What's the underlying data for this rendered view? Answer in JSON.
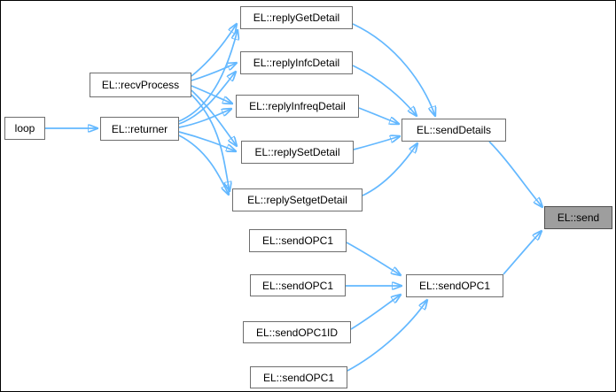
{
  "graph": {
    "type": "call-graph",
    "nodes": [
      {
        "id": "loop",
        "label": "loop"
      },
      {
        "id": "recvProcess",
        "label": "EL::recvProcess"
      },
      {
        "id": "returner",
        "label": "EL::returner"
      },
      {
        "id": "replyGetDetail",
        "label": "EL::replyGetDetail"
      },
      {
        "id": "replyInfcDetail",
        "label": "EL::replyInfcDetail"
      },
      {
        "id": "replyInfreqDetail",
        "label": "EL::replyInfreqDetail"
      },
      {
        "id": "replySetDetail",
        "label": "EL::replySetDetail"
      },
      {
        "id": "replySetgetDetail",
        "label": "EL::replySetgetDetail"
      },
      {
        "id": "sendDetails",
        "label": "EL::sendDetails"
      },
      {
        "id": "send",
        "label": "EL::send",
        "highlighted": true
      },
      {
        "id": "sendOPC1_caller1",
        "label": "EL::sendOPC1"
      },
      {
        "id": "sendOPC1_caller2",
        "label": "EL::sendOPC1"
      },
      {
        "id": "sendOPC1ID",
        "label": "EL::sendOPC1ID"
      },
      {
        "id": "sendOPC1_caller3",
        "label": "EL::sendOPC1"
      },
      {
        "id": "sendOPC1_mid",
        "label": "EL::sendOPC1"
      }
    ],
    "edges": [
      {
        "from": "loop",
        "to": "returner"
      },
      {
        "from": "recvProcess",
        "to": "replyGetDetail"
      },
      {
        "from": "recvProcess",
        "to": "replyInfcDetail"
      },
      {
        "from": "recvProcess",
        "to": "replyInfreqDetail"
      },
      {
        "from": "recvProcess",
        "to": "replySetDetail"
      },
      {
        "from": "recvProcess",
        "to": "replySetgetDetail"
      },
      {
        "from": "returner",
        "to": "replyGetDetail"
      },
      {
        "from": "returner",
        "to": "replyInfcDetail"
      },
      {
        "from": "returner",
        "to": "replyInfreqDetail"
      },
      {
        "from": "returner",
        "to": "replySetDetail"
      },
      {
        "from": "returner",
        "to": "replySetgetDetail"
      },
      {
        "from": "replyGetDetail",
        "to": "sendDetails"
      },
      {
        "from": "replyInfcDetail",
        "to": "sendDetails"
      },
      {
        "from": "replyInfreqDetail",
        "to": "sendDetails"
      },
      {
        "from": "replySetDetail",
        "to": "sendDetails"
      },
      {
        "from": "replySetgetDetail",
        "to": "sendDetails"
      },
      {
        "from": "sendDetails",
        "to": "send"
      },
      {
        "from": "sendOPC1_caller1",
        "to": "sendOPC1_mid"
      },
      {
        "from": "sendOPC1_caller2",
        "to": "sendOPC1_mid"
      },
      {
        "from": "sendOPC1ID",
        "to": "sendOPC1_mid"
      },
      {
        "from": "sendOPC1_caller3",
        "to": "sendOPC1_mid"
      },
      {
        "from": "sendOPC1_mid",
        "to": "send"
      }
    ]
  },
  "colors": {
    "edge": "#63b8ff",
    "node_fill": "#ffffff",
    "node_border": "#6e6e6e",
    "highlight_fill": "#9e9e9e",
    "highlight_border": "#4f4f4f",
    "text": "#000000",
    "background": "#ffffff",
    "frame_border": "#000000"
  }
}
